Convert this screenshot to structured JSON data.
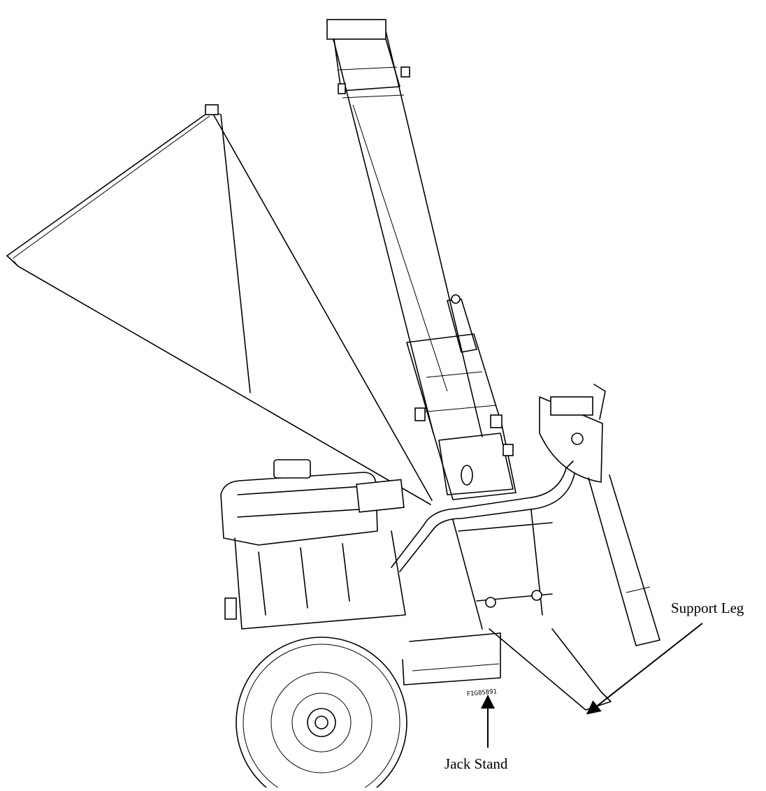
{
  "labels": {
    "support_leg": "Support Leg",
    "jack_stand": "Jack Stand",
    "figure_id": "FIG05891"
  },
  "colors": {
    "line": "#000000",
    "background": "#ffffff"
  }
}
